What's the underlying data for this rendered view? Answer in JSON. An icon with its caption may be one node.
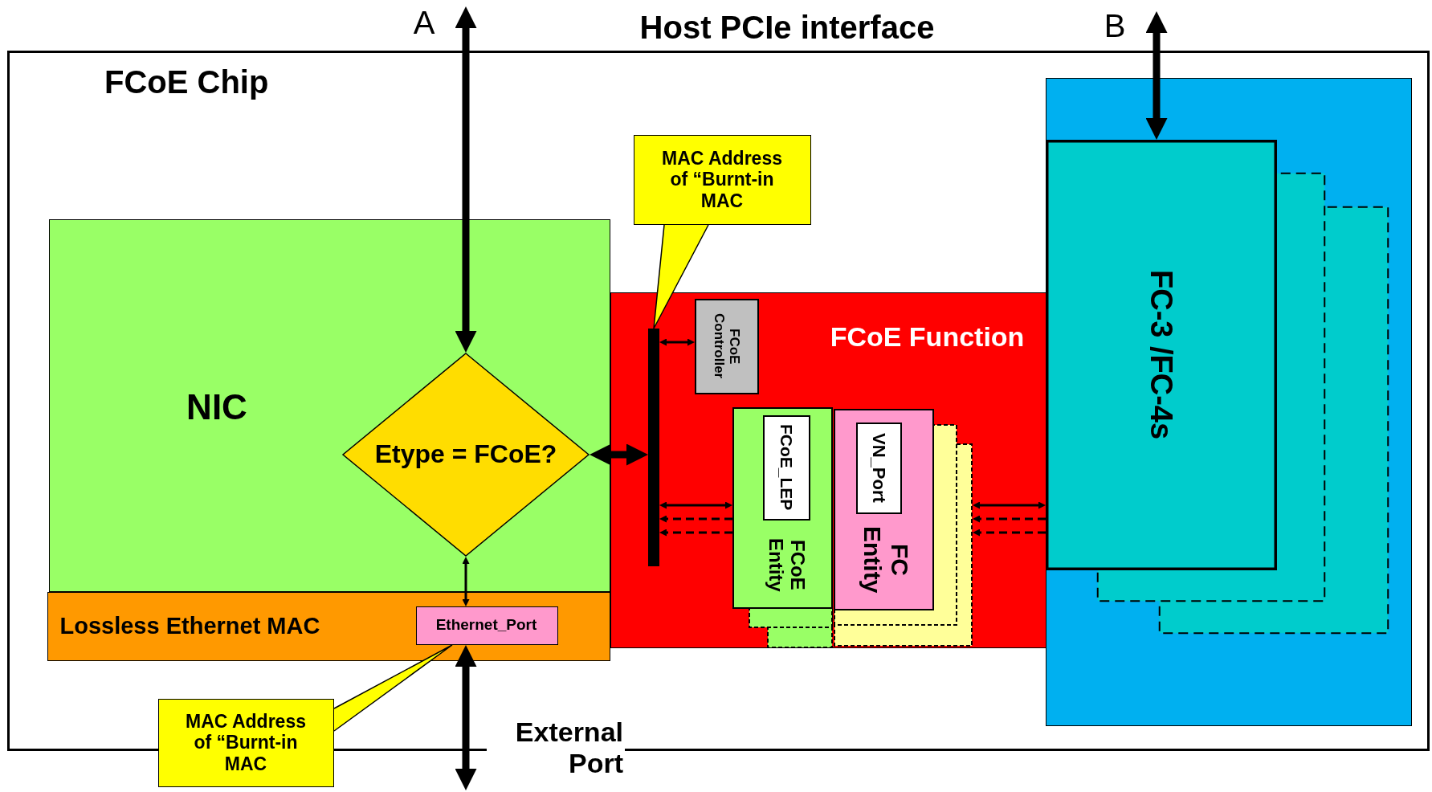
{
  "diagram": {
    "nodes": [
      {
        "text": [
          "FCoE Chip"
        ]
      },
      {
        "text": [
          "NIC"
        ],
        "in": 0
      },
      {
        "text": [
          "Etype = FCoE?"
        ],
        "in": 1
      },
      {
        "text": [
          "Lossless Ethernet MAC"
        ],
        "in": 0
      },
      {
        "text": [
          "Ethernet_Port"
        ],
        "in": 3
      },
      {
        "text": [
          "MAC Address of “Burnt-in MAC"
        ]
      },
      {
        "text": [
          "MAC Address of “Burnt-in MAC"
        ],
        "in": 0
      },
      {
        "text": [
          "FCoE Function"
        ],
        "in": 0
      },
      {
        "text": [],
        "shape": "bar",
        "in": 7
      },
      {
        "text": [
          "FCoE Controller"
        ],
        "in": 7
      },
      {
        "text": [
          "FCoE Entity"
        ],
        "in": 7
      },
      {
        "text": [
          "FCoE_LEP"
        ],
        "in": 10
      },
      {
        "text": [
          "FC Entity"
        ],
        "in": 7
      },
      {
        "text": [
          "VN_Port"
        ],
        "in": 7
      },
      {
        "text": [],
        "shape": "box",
        "in": 0
      },
      {
        "text": [
          "FC-3 /FC-4s"
        ],
        "in": 14
      },
      {
        "text": [
          "A"
        ]
      },
      {
        "text": [
          "B"
        ]
      },
      {
        "text": [
          "External Port"
        ]
      }
    ],
    "edges": [
      {
        "from": 16,
        "to": 2,
        "arrow": "both",
        "style": "thick"
      },
      {
        "from": 17,
        "to": 15,
        "arrow": "both",
        "style": "thick"
      },
      {
        "from": 2,
        "to": 4,
        "arrow": "both"
      },
      {
        "from": 4,
        "to": 18,
        "arrow": "both",
        "style": "thick"
      },
      {
        "from": 5,
        "to": 4,
        "arrow": "none"
      },
      {
        "from": 6,
        "to": 8,
        "arrow": "none"
      },
      {
        "from": 2,
        "to": 8,
        "arrow": "both",
        "style": "thick"
      },
      {
        "from": 8,
        "to": 9,
        "arrow": "both"
      },
      {
        "from": 8,
        "to": 10,
        "arrow": "both"
      },
      {
        "from": 10,
        "to": 8,
        "arrow": "to",
        "style": "dashed"
      },
      {
        "from": 10,
        "to": 8,
        "arrow": "to",
        "style": "dashed"
      },
      {
        "from": 12,
        "to": 15,
        "arrow": "both"
      },
      {
        "from": 15,
        "to": 12,
        "arrow": "to",
        "style": "dashed"
      },
      {
        "from": 15,
        "to": 12,
        "arrow": "to",
        "style": "dashed"
      }
    ],
    "labels": [
      "Host PCIe interface"
    ]
  }
}
